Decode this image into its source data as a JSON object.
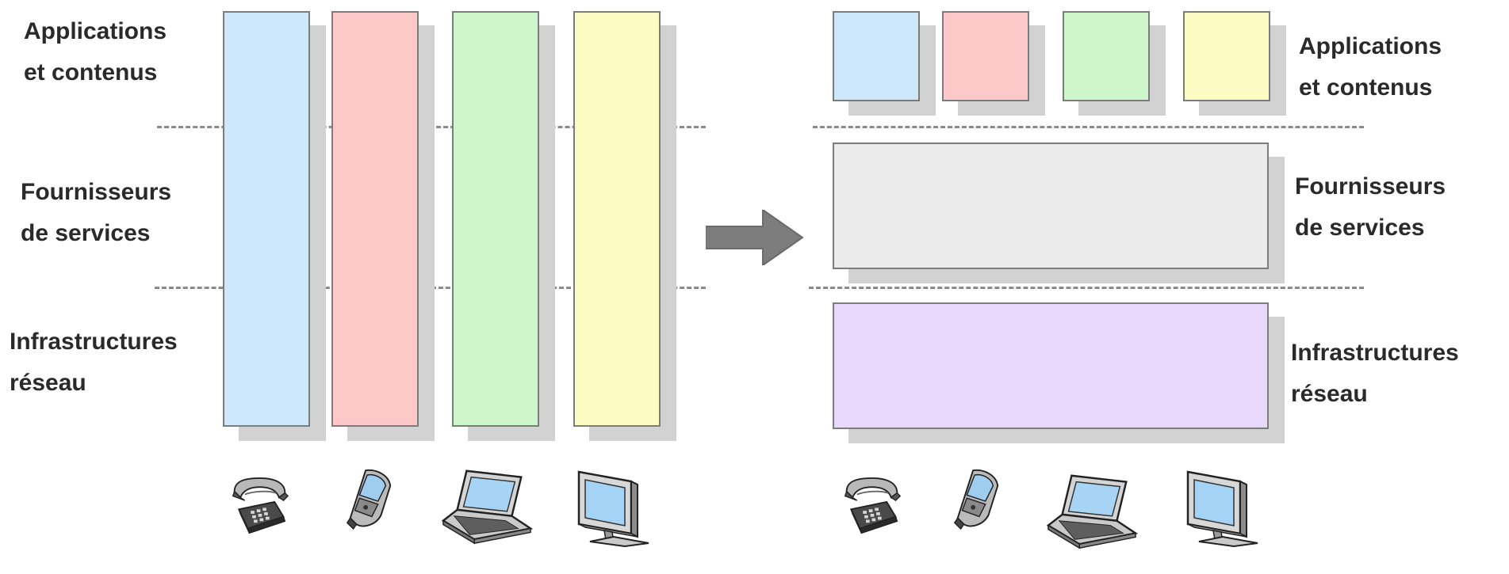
{
  "left": {
    "labels": {
      "applications": [
        "Applications",
        "et contenus"
      ],
      "services": [
        "Fournisseurs",
        "de services"
      ],
      "infrastructure": [
        "Infrastructures",
        "réseau"
      ]
    }
  },
  "right": {
    "labels": {
      "applications": [
        "Applications",
        "et contenus"
      ],
      "services": [
        "Fournisseurs",
        "de services"
      ],
      "infrastructure": [
        "Infrastructures",
        "réseau"
      ]
    }
  },
  "colors": {
    "blue": "#cde8fb",
    "red": "#fcc8c8",
    "green": "#cdf7cb",
    "yellow": "#fdfbc4",
    "gray": "#ebebeb",
    "lavender": "#e8d8fc",
    "shadow": "#d2d2d2",
    "border": "#7c7c7c",
    "arrow": "#7d7d7d"
  },
  "devices": [
    "telephone-icon",
    "mobile-phone-icon",
    "laptop-icon",
    "monitor-icon"
  ]
}
